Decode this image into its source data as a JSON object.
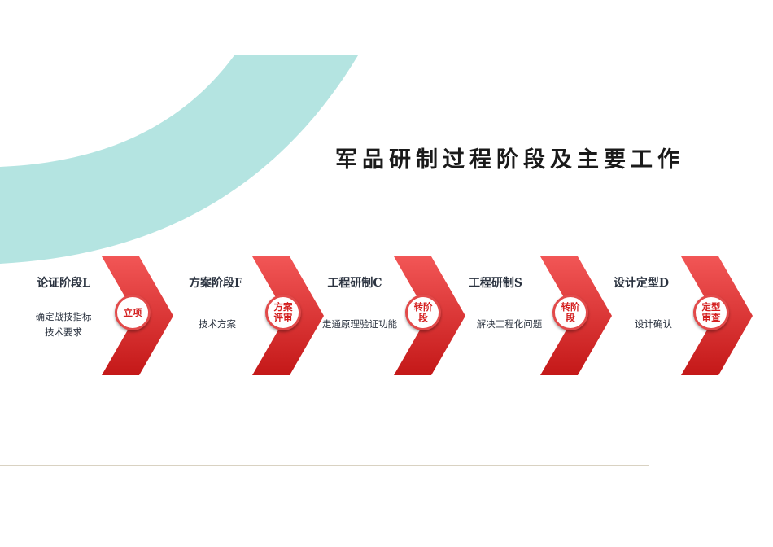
{
  "title": "军品研制过程阶段及主要工作",
  "colors": {
    "arc": "#b4e4e1",
    "chevron_light": "#f25656",
    "chevron_dark": "#c41818",
    "badge_text": "#d42020"
  },
  "stages": [
    {
      "name": "论证阶段L",
      "desc": "确定战技指标\n技术要求",
      "milestone": "立项"
    },
    {
      "name": "方案阶段F",
      "desc": "技术方案",
      "milestone": "方案评审"
    },
    {
      "name": "工程研制C",
      "desc": "走通原理验证功能",
      "milestone": "转阶段"
    },
    {
      "name": "工程研制S",
      "desc": "解决工程化问题",
      "milestone": "转阶段"
    },
    {
      "name": "设计定型D",
      "desc": "设计确认",
      "milestone": "定型审查"
    }
  ]
}
